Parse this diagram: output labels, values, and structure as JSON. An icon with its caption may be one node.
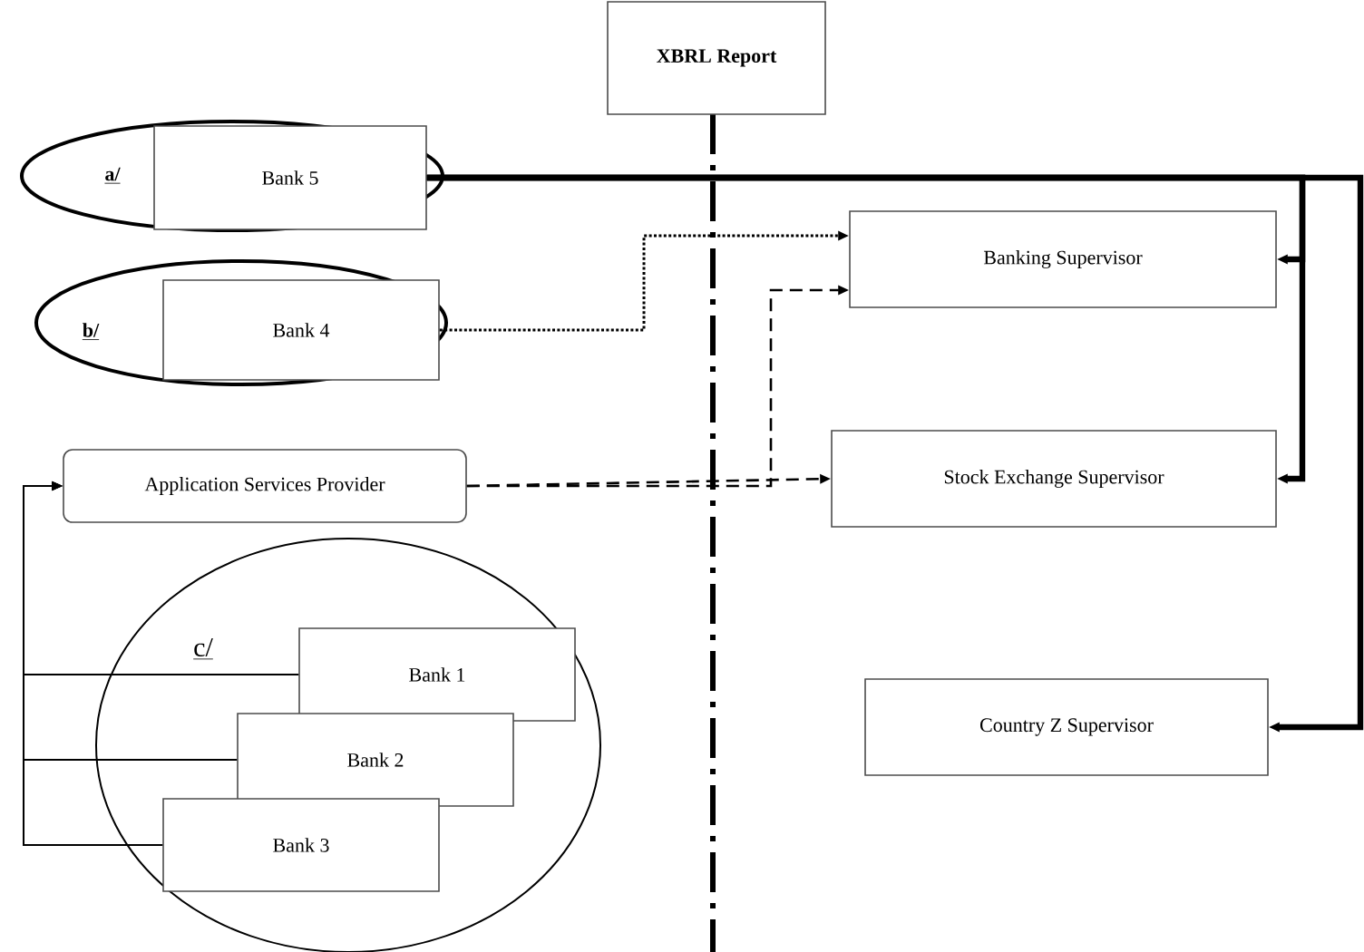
{
  "diagram": {
    "nodes": [
      {
        "text": [
          "XBRL Report"
        ]
      },
      {
        "text": [
          "a/"
        ]
      },
      {
        "text": [
          "Bank 5"
        ],
        "in": 1
      },
      {
        "text": [
          "b/"
        ]
      },
      {
        "text": [
          "Bank 4"
        ],
        "in": 3
      },
      {
        "text": [
          "Application Services Provider"
        ]
      },
      {
        "text": [
          "c/"
        ]
      },
      {
        "text": [
          "Bank 1"
        ],
        "in": 6
      },
      {
        "text": [
          "Bank 2"
        ],
        "in": 6
      },
      {
        "text": [
          "Bank 3"
        ],
        "in": 6
      },
      {
        "text": [
          "Banking Supervisor"
        ]
      },
      {
        "text": [
          "Stock Exchange Supervisor"
        ]
      },
      {
        "text": [
          "Country Z Supervisor"
        ]
      }
    ],
    "edges": [
      {
        "from": 2,
        "to": 10,
        "arrow": "to",
        "style": "thick"
      },
      {
        "from": 2,
        "to": 11,
        "arrow": "to",
        "style": "thick"
      },
      {
        "from": 2,
        "to": 12,
        "arrow": "to",
        "style": "thick"
      },
      {
        "from": 4,
        "to": 10,
        "arrow": "to",
        "style": "dashed"
      },
      {
        "from": 5,
        "to": 10,
        "arrow": "to",
        "style": "dashed"
      },
      {
        "from": 5,
        "to": 11,
        "arrow": "to",
        "style": "dashed"
      },
      {
        "from": 7,
        "to": 5,
        "arrow": "to"
      },
      {
        "from": 8,
        "to": 5,
        "arrow": "to"
      },
      {
        "from": 9,
        "to": 5,
        "arrow": "to"
      }
    ]
  }
}
